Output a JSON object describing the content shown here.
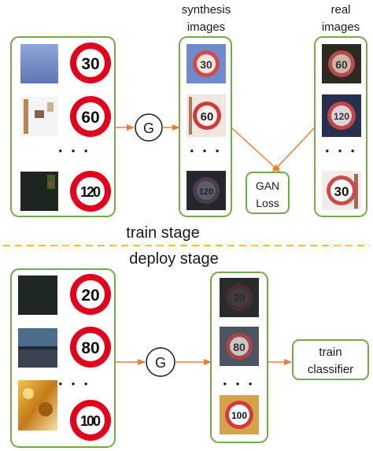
{
  "train": {
    "stage_label": "train stage",
    "synthesis_label": [
      "synthesis",
      "images"
    ],
    "real_label": [
      "real",
      "images"
    ],
    "generator_label": "G",
    "gan_loss_label": [
      "GAN",
      "Loss"
    ],
    "input_signs": [
      "30",
      "60",
      "120"
    ],
    "synthesis_signs": [
      "30",
      "60",
      "120"
    ],
    "real_signs": [
      "60",
      "120",
      "30"
    ],
    "dots": "• • •"
  },
  "deploy": {
    "stage_label": "deploy stage",
    "generator_label": "G",
    "classifier_label": [
      "train",
      "classifier"
    ],
    "input_signs": [
      "20",
      "80",
      "100"
    ],
    "output_signs": [
      "20",
      "80",
      "100"
    ],
    "dots": "• • •"
  },
  "colors": {
    "box_border": "#70ad47",
    "arrow": "#ed7d31",
    "divider": "#ffc000",
    "sign_red": "#e3001b"
  }
}
